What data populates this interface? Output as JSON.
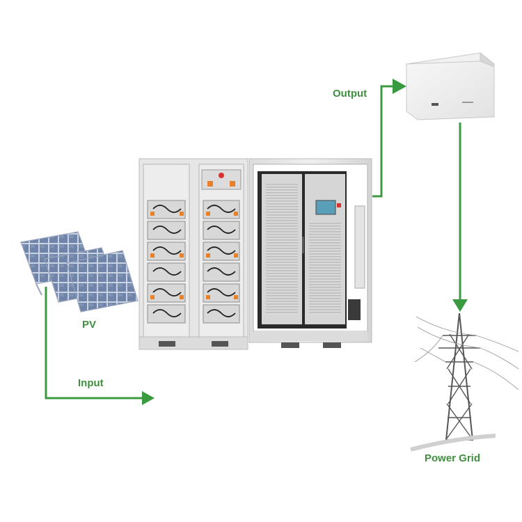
{
  "labels": {
    "pv": "PV",
    "input": "Input",
    "output": "Output",
    "power_grid": "Power Grid"
  },
  "icons": {
    "solar_panels": "solar-panel-icon",
    "storage_cabinet": "battery-storage-cabinet",
    "inverter": "wall-inverter-box",
    "tower": "transmission-tower-icon"
  },
  "colors": {
    "accent": "#3a9a3f",
    "label": "#3f8f3f",
    "panel_cell": "#6f84a8",
    "cabinet": "#e6e6e6"
  }
}
